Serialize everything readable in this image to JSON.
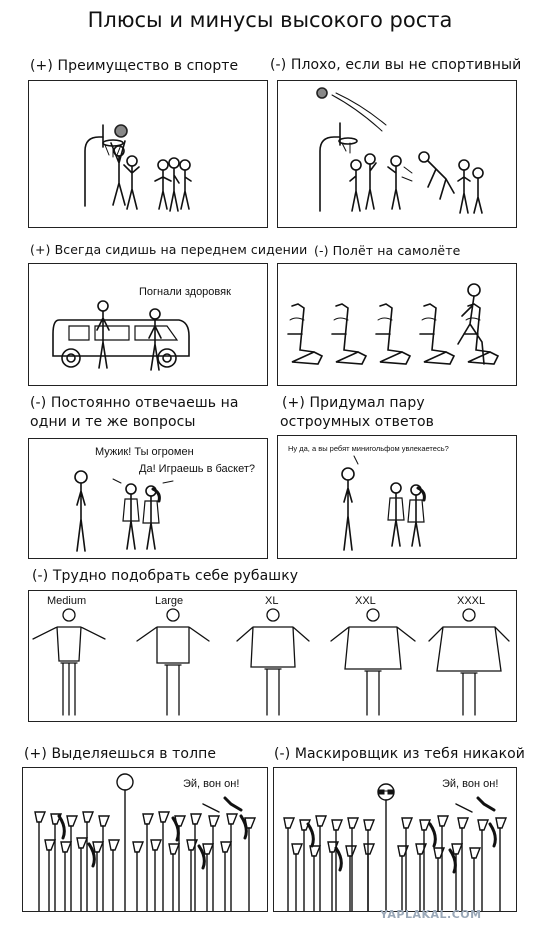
{
  "title": "Плюсы и минусы высокого роста",
  "panels": [
    {
      "caption": "(+) Преимущество в спорте"
    },
    {
      "caption": "(-) Плохо, если вы не спортивный"
    },
    {
      "caption": "(+) Всегда сидишь на переднем сидении",
      "speech": [
        "Погнали здоровяк"
      ]
    },
    {
      "caption": "(-) Полёт на самолёте"
    },
    {
      "caption_lines": [
        "(-) Постоянно отвечаешь на",
        "одни и те же вопросы"
      ],
      "speech": [
        "Мужик! Ты огромен",
        "Да! Играешь в баскет?"
      ]
    },
    {
      "caption_lines": [
        "(+) Придумал пару",
        "остроумных ответов"
      ],
      "speech": [
        "Ну да, а вы ребят минигольфом увлекаетесь?"
      ]
    },
    {
      "caption": "(-) Трудно подобрать себе рубашку",
      "sizes": [
        "Medium",
        "Large",
        "XL",
        "XXL",
        "XXXL"
      ]
    },
    {
      "caption": "(+) Выделяешься в толпе",
      "speech": [
        "Эй, вон он!"
      ]
    },
    {
      "caption": "(-) Маскировщик из тебя никакой",
      "speech": [
        "Эй, вон он!"
      ]
    }
  ],
  "watermark": "YAPLAKAL.COM"
}
